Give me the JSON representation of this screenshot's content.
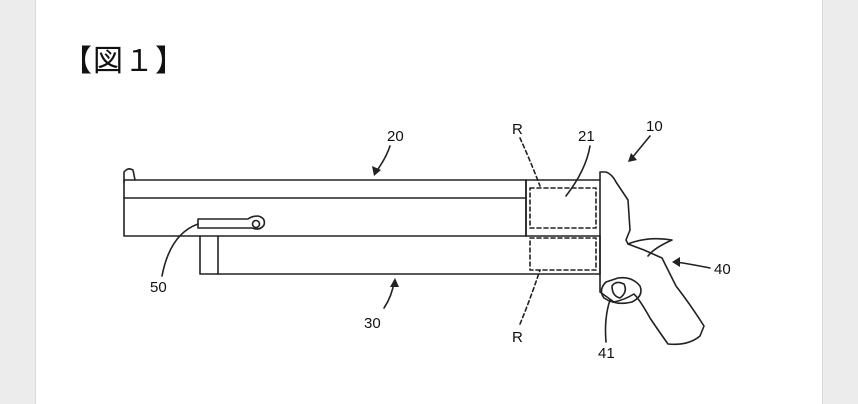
{
  "figure": {
    "title": "【図１】",
    "labels": {
      "device": "10",
      "barrel": "20",
      "lower_body": "30",
      "grip": "40",
      "trigger": "41",
      "slot_rod": "50",
      "magazine": "21",
      "region_top": "R",
      "region_bottom": "R"
    }
  }
}
